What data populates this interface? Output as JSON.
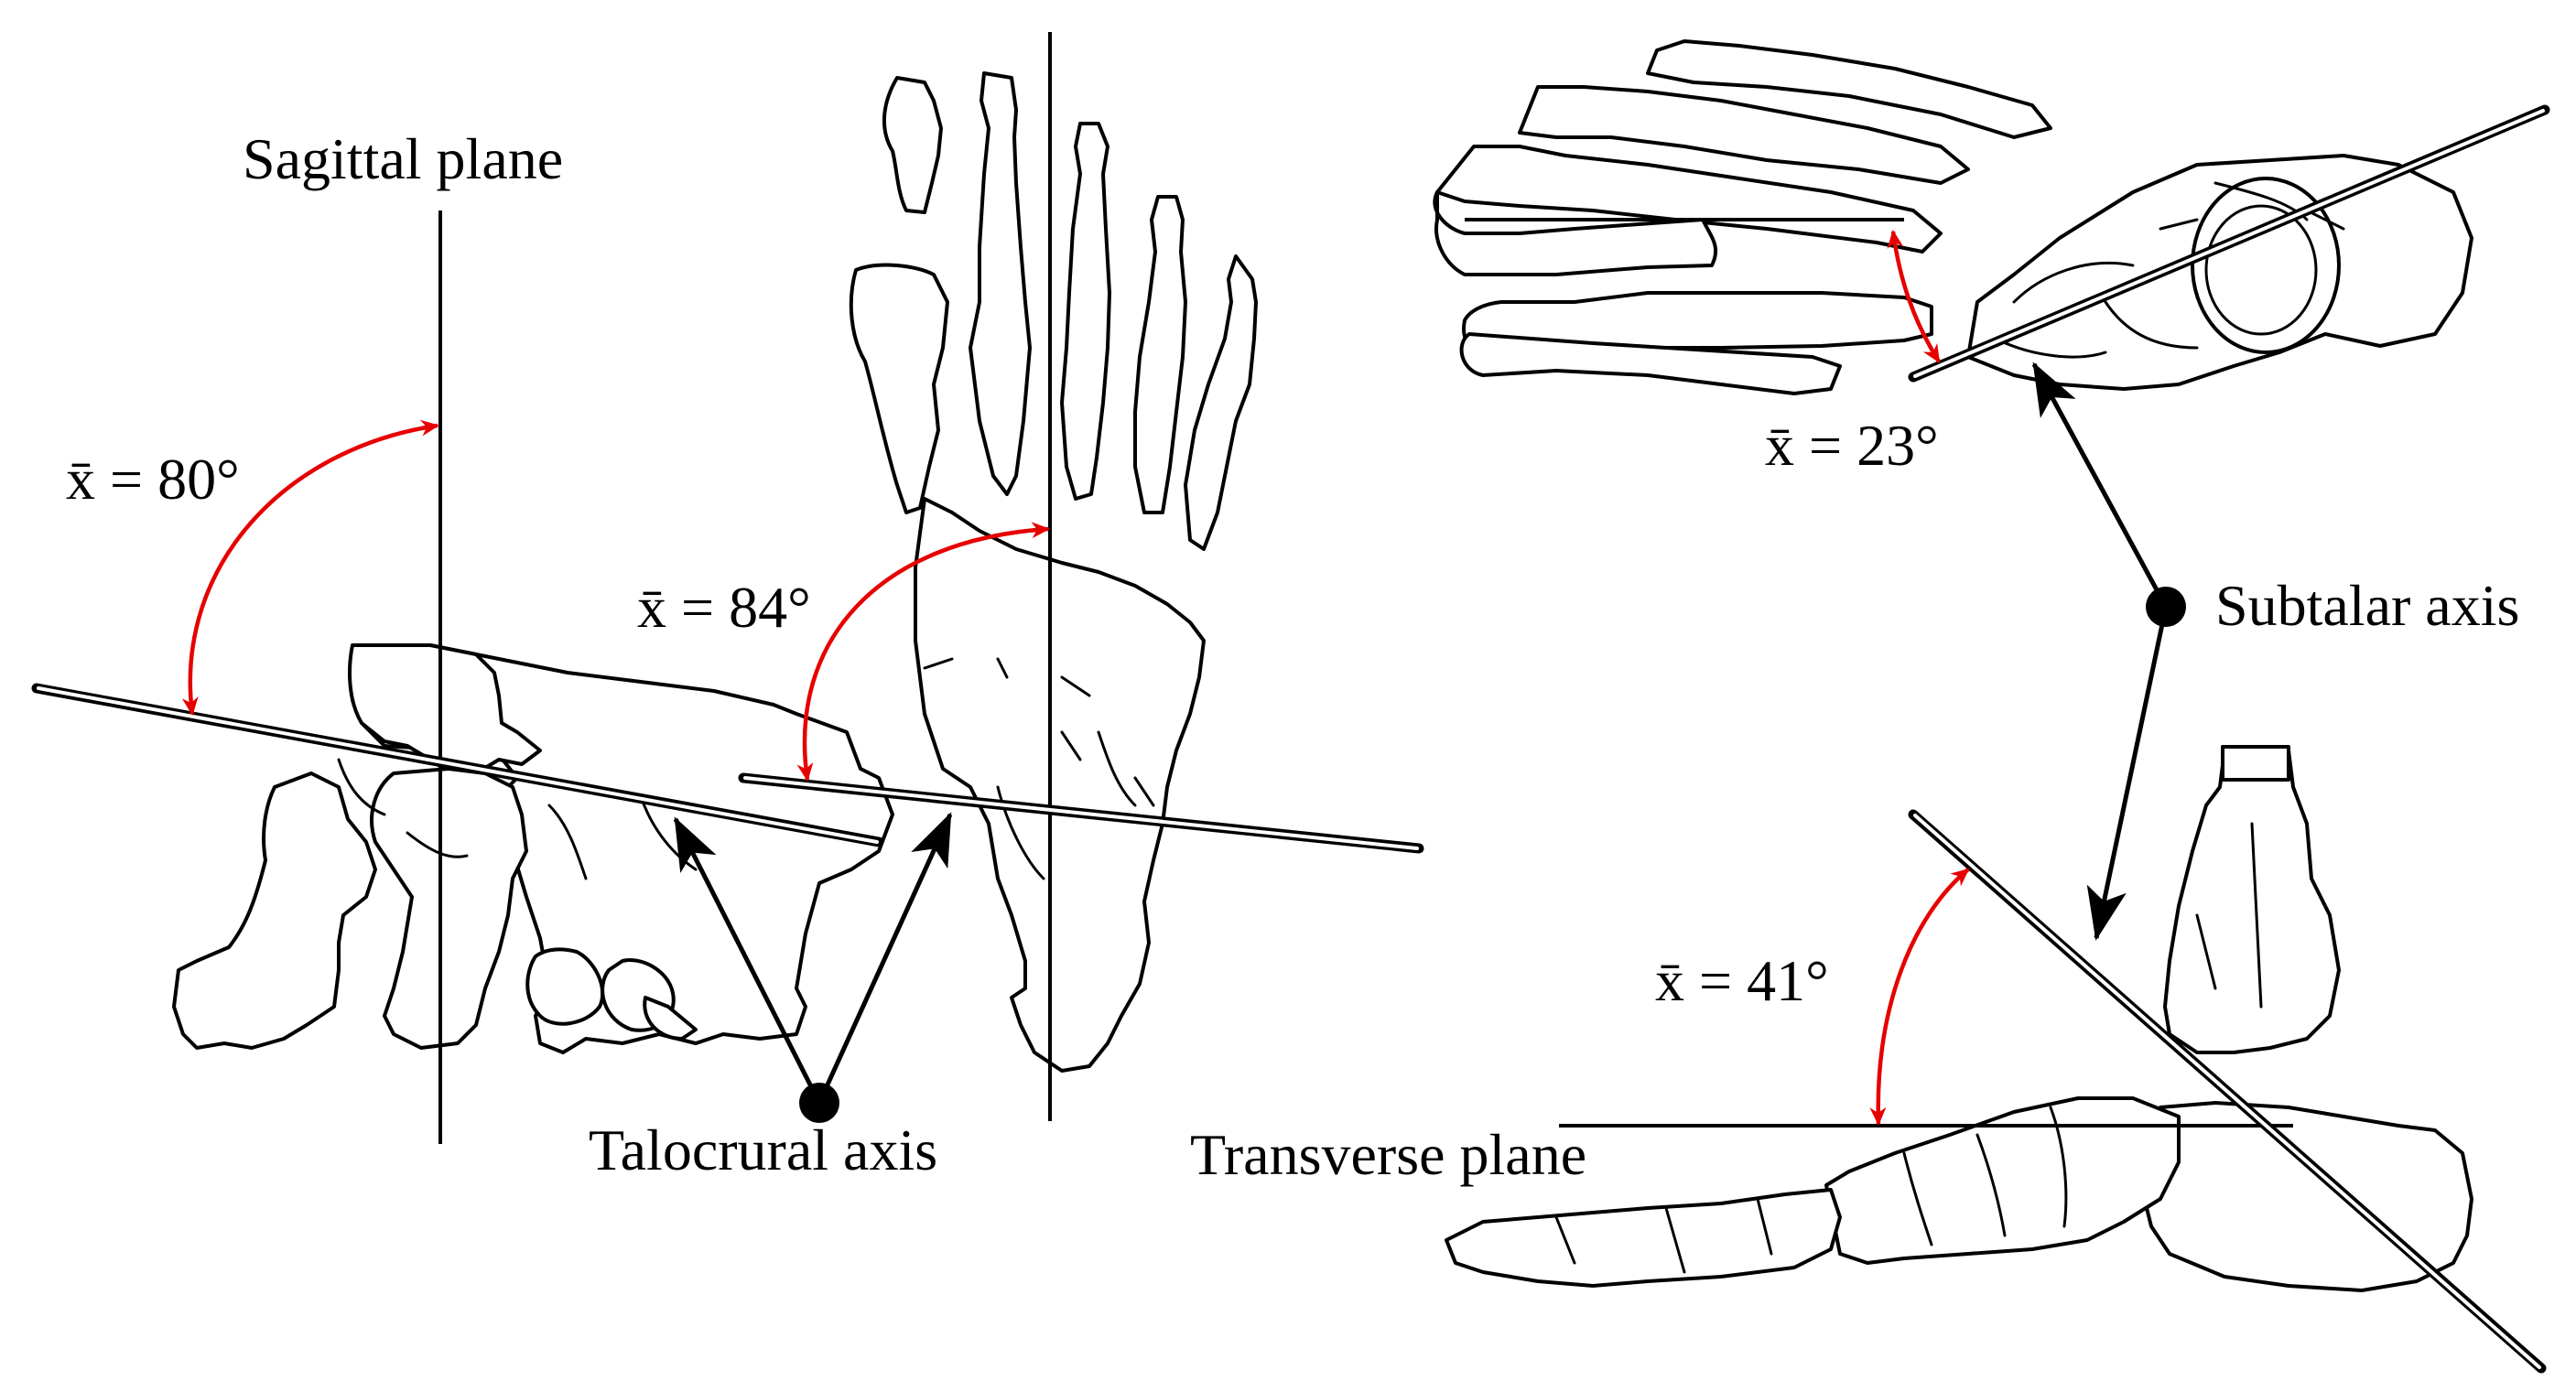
{
  "labels": {
    "sagittal_plane": "Sagittal plane",
    "talocrural_axis": "Talocrural axis",
    "subtalar_axis": "Subtalar axis",
    "transverse_plane": "Transverse plane"
  },
  "angles": {
    "talocrural_sagittal": "x̄ = 80°",
    "talocrural_frontal": "x̄ = 84°",
    "subtalar_top": "x̄ = 23°",
    "subtalar_side": "x̄ = 41°"
  },
  "colors": {
    "angle_arc": "#e60000",
    "line": "#000000",
    "background": "#ffffff"
  }
}
